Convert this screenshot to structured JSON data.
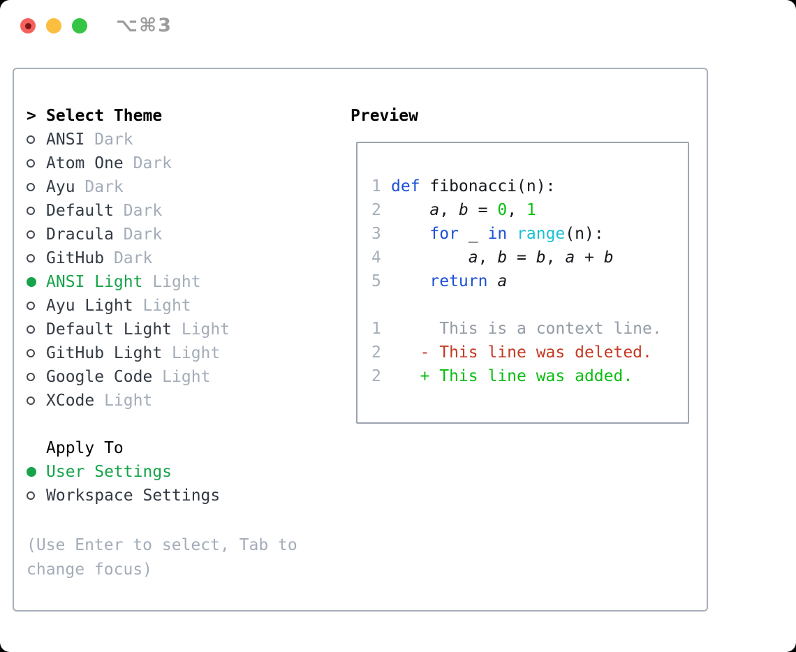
{
  "window": {
    "title": "⌥⌘3",
    "controls": [
      "close",
      "minimize",
      "zoom"
    ]
  },
  "colors": {
    "selected_green": "#17A34A",
    "bright_green": "#0ABD12",
    "keyword_blue": "#1C50D8",
    "builtin_cyan": "#1AC2D1",
    "deleted_red": "#C43A22",
    "muted_gray": "#A3ACB8",
    "context_gray": "#939CA6",
    "border_gray": "#A7AFBA",
    "traffic_red": "#F4615C",
    "traffic_yellow": "#FBBE3E",
    "traffic_green": "#35C544"
  },
  "left": {
    "prompt": ">",
    "title": "Select Theme",
    "themes": [
      {
        "name": "ANSI",
        "variant": "Dark",
        "selected": false
      },
      {
        "name": "Atom One",
        "variant": "Dark",
        "selected": false
      },
      {
        "name": "Ayu",
        "variant": "Dark",
        "selected": false
      },
      {
        "name": "Default",
        "variant": "Dark",
        "selected": false
      },
      {
        "name": "Dracula",
        "variant": "Dark",
        "selected": false
      },
      {
        "name": "GitHub",
        "variant": "Dark",
        "selected": false
      },
      {
        "name": "ANSI Light",
        "variant": "Light",
        "selected": true
      },
      {
        "name": "Ayu Light",
        "variant": "Light",
        "selected": false
      },
      {
        "name": "Default Light",
        "variant": "Light",
        "selected": false
      },
      {
        "name": "GitHub Light",
        "variant": "Light",
        "selected": false
      },
      {
        "name": "Google Code",
        "variant": "Light",
        "selected": false
      },
      {
        "name": "XCode",
        "variant": "Light",
        "selected": false
      }
    ],
    "apply_to": {
      "label": "Apply To",
      "options": [
        {
          "label": "User Settings",
          "selected": true
        },
        {
          "label": "Workspace Settings",
          "selected": false
        }
      ]
    },
    "help": "(Use Enter to select, Tab to change focus)"
  },
  "preview": {
    "title": "Preview",
    "code_lines": [
      {
        "num": "1",
        "tokens": [
          {
            "t": "def",
            "s": "kw"
          },
          {
            "t": " fibonacci(n):",
            "s": "plain"
          }
        ]
      },
      {
        "num": "2",
        "tokens": [
          {
            "t": "    ",
            "s": "plain"
          },
          {
            "t": "a",
            "s": "var"
          },
          {
            "t": ", ",
            "s": "plain"
          },
          {
            "t": "b",
            "s": "var"
          },
          {
            "t": " = ",
            "s": "plain"
          },
          {
            "t": "0",
            "s": "num"
          },
          {
            "t": ", ",
            "s": "plain"
          },
          {
            "t": "1",
            "s": "num"
          }
        ]
      },
      {
        "num": "3",
        "tokens": [
          {
            "t": "    ",
            "s": "plain"
          },
          {
            "t": "for",
            "s": "kw"
          },
          {
            "t": " _ ",
            "s": "plain"
          },
          {
            "t": "in",
            "s": "kw"
          },
          {
            "t": " ",
            "s": "plain"
          },
          {
            "t": "range",
            "s": "builtin"
          },
          {
            "t": "(n):",
            "s": "plain"
          }
        ]
      },
      {
        "num": "4",
        "tokens": [
          {
            "t": "        ",
            "s": "plain"
          },
          {
            "t": "a",
            "s": "var"
          },
          {
            "t": ", ",
            "s": "plain"
          },
          {
            "t": "b",
            "s": "var"
          },
          {
            "t": " = ",
            "s": "plain"
          },
          {
            "t": "b",
            "s": "var"
          },
          {
            "t": ", ",
            "s": "plain"
          },
          {
            "t": "a",
            "s": "var"
          },
          {
            "t": " + ",
            "s": "plain"
          },
          {
            "t": "b",
            "s": "var"
          }
        ]
      },
      {
        "num": "5",
        "tokens": [
          {
            "t": "    ",
            "s": "plain"
          },
          {
            "t": "return",
            "s": "kw"
          },
          {
            "t": " ",
            "s": "plain"
          },
          {
            "t": "a",
            "s": "var"
          }
        ]
      }
    ],
    "diff_lines": [
      {
        "num": "1",
        "tokens": [
          {
            "t": "     This is a context line.",
            "s": "context"
          }
        ]
      },
      {
        "num": "2",
        "tokens": [
          {
            "t": "   - This line was deleted.",
            "s": "del"
          }
        ]
      },
      {
        "num": "2",
        "tokens": [
          {
            "t": "   + This line was added.",
            "s": "add"
          }
        ]
      }
    ]
  }
}
